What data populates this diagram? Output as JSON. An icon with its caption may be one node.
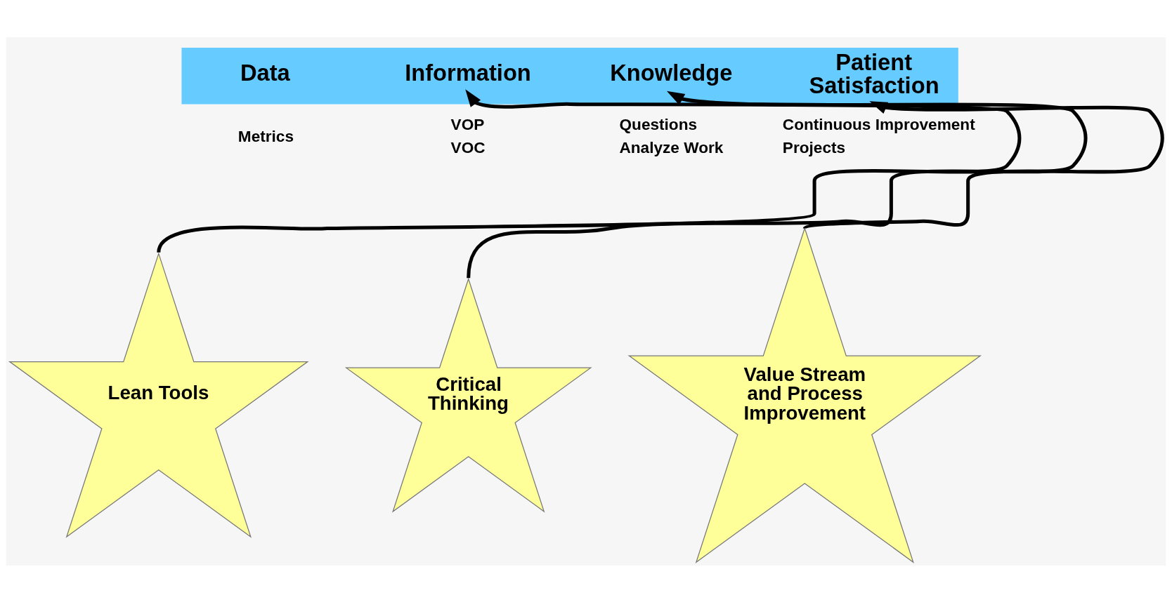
{
  "diagram": {
    "nodes": [
      {
        "text": [],
        "shape": "bar"
      },
      {
        "text": [
          "Data"
        ],
        "in": 0,
        "beside": [
          "Metrics"
        ]
      },
      {
        "text": [
          "Information"
        ],
        "in": 0,
        "beside": [
          "VOP",
          "VOC"
        ]
      },
      {
        "text": [
          "Knowledge"
        ],
        "in": 0,
        "beside": [
          "Questions",
          "Analyze Work"
        ]
      },
      {
        "text": [
          "Patient Satisfaction"
        ],
        "in": 0,
        "beside": [
          "Continuous Improvement",
          "Projects"
        ]
      },
      {
        "text": [
          "Lean Tools"
        ]
      },
      {
        "text": [
          "Critical Thinking"
        ]
      },
      {
        "text": [
          "Value Stream and Process Improvement"
        ]
      }
    ],
    "edges": [
      {
        "from": 5,
        "to": 2,
        "arrow": "to"
      },
      {
        "from": 6,
        "to": 3,
        "arrow": "to"
      },
      {
        "from": 7,
        "to": 4,
        "arrow": "to"
      }
    ]
  }
}
